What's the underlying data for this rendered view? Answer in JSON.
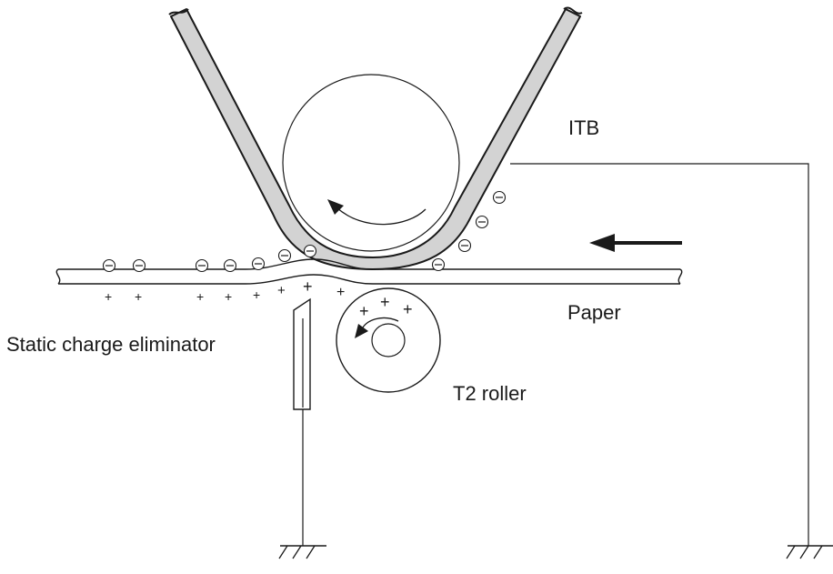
{
  "figure": {
    "caption_fragment": "",
    "colors": {
      "line": "#1a1a1a",
      "belt_fill": "#d3d3d3",
      "caption_accent": "#1e8fd6",
      "background": "#ffffff"
    }
  },
  "labels": {
    "itb": "ITB",
    "paper": "Paper",
    "static_charge_eliminator": "Static charge eliminator",
    "t2_roller": "T2 roller"
  },
  "symbols": {
    "negative_charge": "minus-in-circle",
    "positive_charge": "+",
    "ground": "ground-icon",
    "paper_feed_arrow": "left-arrow-icon",
    "rotation_arrow": "curved-arrow-icon"
  }
}
